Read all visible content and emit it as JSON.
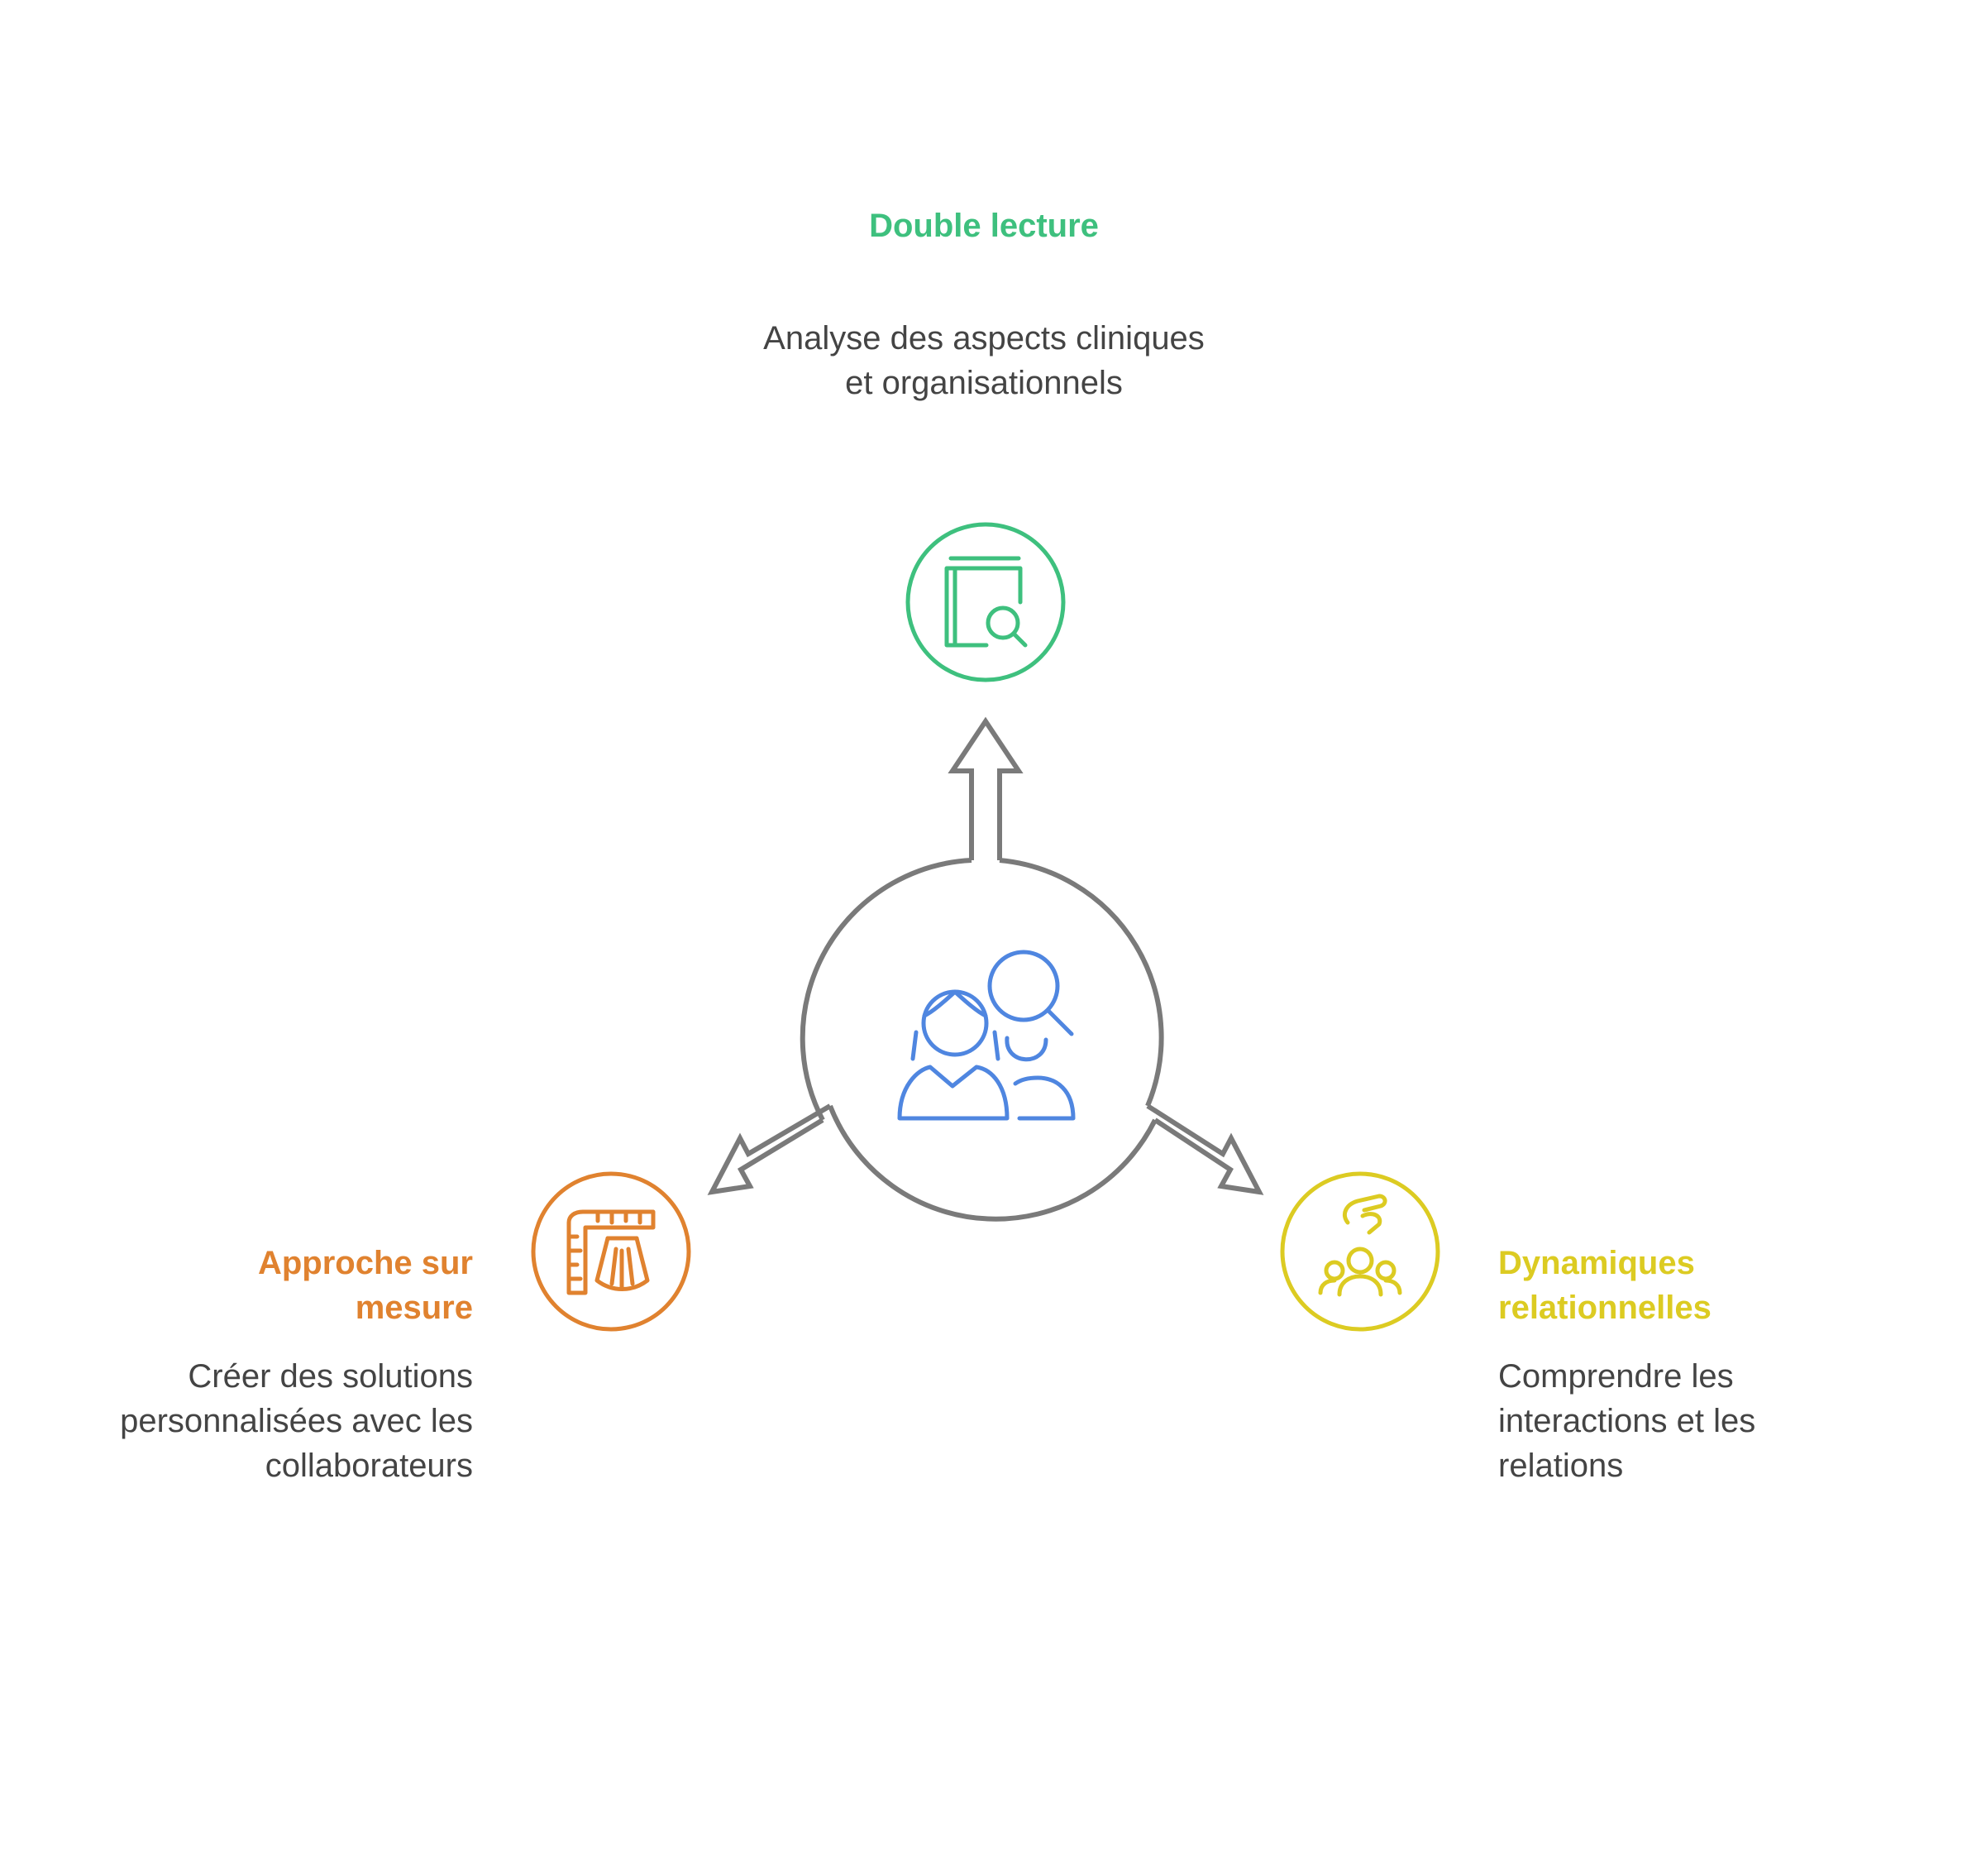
{
  "branches": [
    {
      "id": "top",
      "title": "Double lecture",
      "description": "Analyse des aspects cliniques\net organisationnels",
      "color": "#3ec07e",
      "icon": "book-search-icon"
    },
    {
      "id": "left",
      "title": "Approche sur\nmesure",
      "description": "Créer des solutions\npersonnalisées avec les\ncollaborateurs",
      "color": "#e0822f",
      "icon": "tailoring-ruler-skirt-icon"
    },
    {
      "id": "right",
      "title": "Dynamiques\nrelationnelles",
      "description": "Comprendre les\ninteractions et les\nrelations",
      "color": "#dccb22",
      "icon": "group-hand-icon"
    }
  ],
  "center": {
    "icon": "people-search-icon",
    "color": "#4f86e0"
  },
  "arrow_color": "#7a7a7a"
}
